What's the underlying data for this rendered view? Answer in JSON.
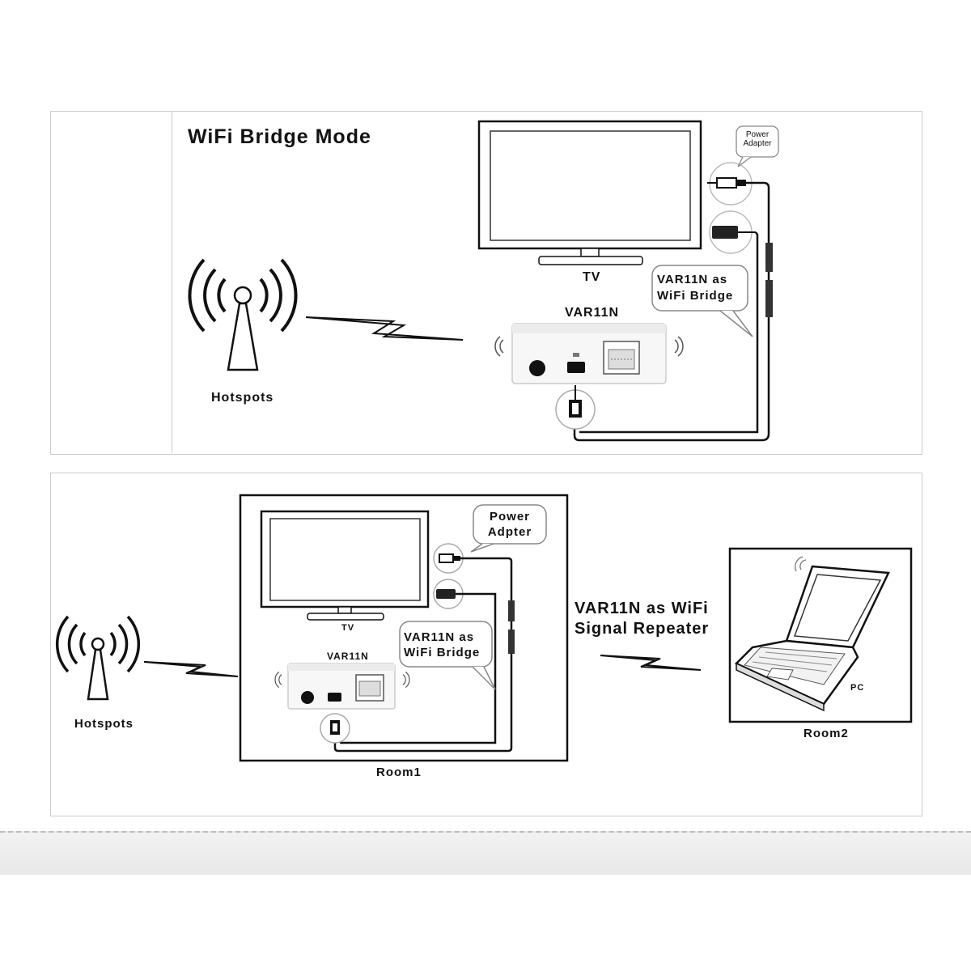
{
  "top_section": {
    "title": "WiFi Bridge Mode",
    "tv_label": "TV",
    "device_label": "VAR11N",
    "hotspots_label": "Hotspots",
    "power_callout": [
      "Power",
      "Adapter"
    ],
    "bridge_callout": [
      "VAR11N as",
      "WiFi Bridge"
    ]
  },
  "bottom_section": {
    "tv_label": "TV",
    "device_label": "VAR11N",
    "hotspots_label": "Hotspots",
    "power_callout": [
      "Power",
      "Adpter"
    ],
    "bridge_callout": [
      "VAR11N as",
      "WiFi Bridge"
    ],
    "repeater_label": [
      "VAR11N as WiFi",
      "Signal Repeater"
    ],
    "pc_label": "PC",
    "room1_label": "Room1",
    "room2_label": "Room2"
  },
  "icons": [
    "antenna-tower-icon",
    "lightning-bolt-icon",
    "wifi-signal-icon",
    "tv-icon",
    "router-icon",
    "laptop-icon",
    "ethernet-port-icon",
    "usb-port-icon",
    "power-jack-icon"
  ]
}
